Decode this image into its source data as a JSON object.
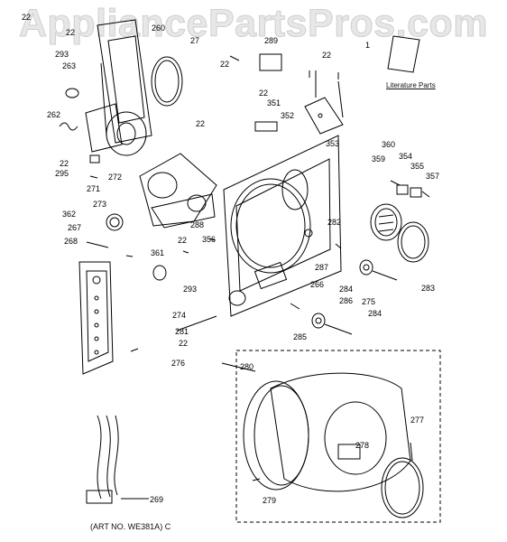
{
  "watermark": "AppliancePartsPros.com",
  "art_number": "(ART NO. WE381A) C",
  "literature_label": "Literature Parts",
  "callouts": [
    {
      "id": "c22a",
      "text": "22"
    },
    {
      "id": "c260",
      "text": "260"
    },
    {
      "id": "c27x",
      "text": "27"
    },
    {
      "id": "c293a",
      "text": "293"
    },
    {
      "id": "c263",
      "text": "263"
    },
    {
      "id": "c262",
      "text": "262"
    },
    {
      "id": "c22b",
      "text": "22"
    },
    {
      "id": "c295",
      "text": "295"
    },
    {
      "id": "c272",
      "text": "272"
    },
    {
      "id": "c271",
      "text": "271"
    },
    {
      "id": "c273",
      "text": "273"
    },
    {
      "id": "c362",
      "text": "362"
    },
    {
      "id": "c267",
      "text": "267"
    },
    {
      "id": "c268",
      "text": "268"
    },
    {
      "id": "c22c",
      "text": "22"
    },
    {
      "id": "c361",
      "text": "361"
    },
    {
      "id": "c274",
      "text": "274"
    },
    {
      "id": "c293b",
      "text": "293"
    },
    {
      "id": "c281",
      "text": "281"
    },
    {
      "id": "c22d",
      "text": "22"
    },
    {
      "id": "c288",
      "text": "288"
    },
    {
      "id": "c356",
      "text": "356"
    },
    {
      "id": "c22e",
      "text": "22"
    },
    {
      "id": "c351",
      "text": "351"
    },
    {
      "id": "c352",
      "text": "352"
    },
    {
      "id": "c22f",
      "text": "22"
    },
    {
      "id": "c289",
      "text": "289"
    },
    {
      "id": "c22g",
      "text": "22"
    },
    {
      "id": "c353",
      "text": "353"
    },
    {
      "id": "c1",
      "text": "1"
    },
    {
      "id": "c360",
      "text": "360"
    },
    {
      "id": "c354",
      "text": "354"
    },
    {
      "id": "c359",
      "text": "359"
    },
    {
      "id": "c355",
      "text": "355"
    },
    {
      "id": "c357",
      "text": "357"
    },
    {
      "id": "c282",
      "text": "282"
    },
    {
      "id": "c287",
      "text": "287"
    },
    {
      "id": "c266",
      "text": "266"
    },
    {
      "id": "c284a",
      "text": "284"
    },
    {
      "id": "c286",
      "text": "286"
    },
    {
      "id": "c275",
      "text": "275"
    },
    {
      "id": "c284b",
      "text": "284"
    },
    {
      "id": "c283",
      "text": "283"
    },
    {
      "id": "c285",
      "text": "285"
    },
    {
      "id": "c276",
      "text": "276"
    },
    {
      "id": "c280",
      "text": "280"
    },
    {
      "id": "c277",
      "text": "277"
    },
    {
      "id": "c278",
      "text": "278"
    },
    {
      "id": "c279",
      "text": "279"
    },
    {
      "id": "c269",
      "text": "269"
    },
    {
      "id": "c22h",
      "text": "22"
    },
    {
      "id": "c22i",
      "text": "22"
    }
  ]
}
